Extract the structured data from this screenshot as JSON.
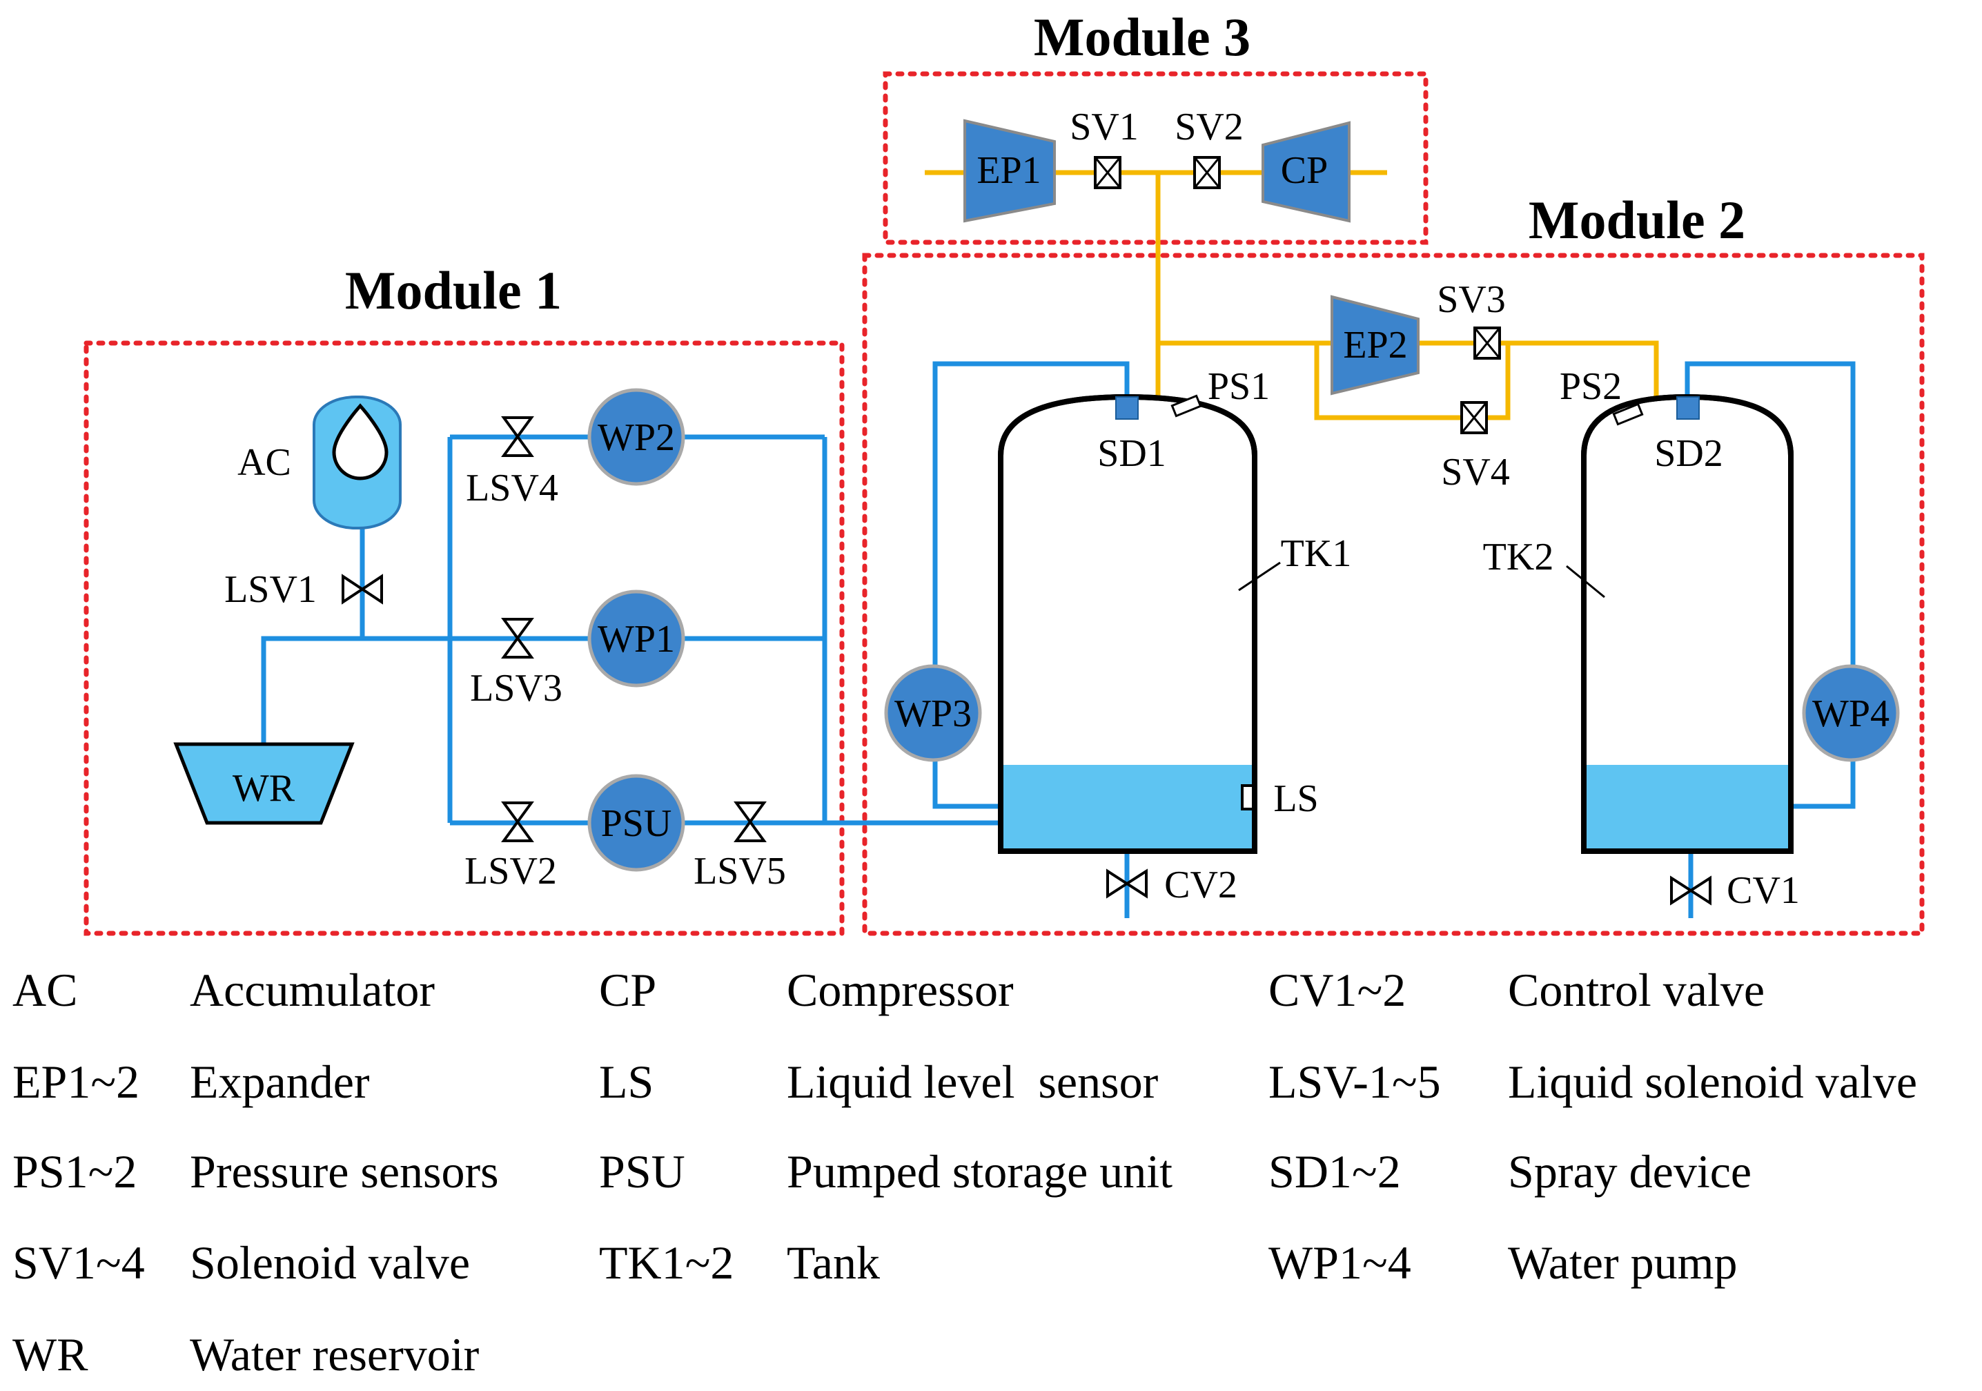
{
  "modules": {
    "module1": "Module 1",
    "module2": "Module 2",
    "module3": "Module 3"
  },
  "components": {
    "ac": "AC",
    "wr": "WR",
    "wp1": "WP1",
    "wp2": "WP2",
    "wp3": "WP3",
    "wp4": "WP4",
    "psu": "PSU",
    "ep1": "EP1",
    "ep2": "EP2",
    "cp": "CP",
    "lsv1": "LSV1",
    "lsv2": "LSV2",
    "lsv3": "LSV3",
    "lsv4": "LSV4",
    "lsv5": "LSV5",
    "sv1": "SV1",
    "sv2": "SV2",
    "sv3": "SV3",
    "sv4": "SV4",
    "sd1": "SD1",
    "sd2": "SD2",
    "ps1": "PS1",
    "ps2": "PS2",
    "tk1": "TK1",
    "tk2": "TK2",
    "ls": "LS",
    "cv1": "CV1",
    "cv2": "CV2"
  },
  "legend": [
    {
      "abbr": "AC",
      "desc": "Accumulator"
    },
    {
      "abbr": "CP",
      "desc": "Compressor"
    },
    {
      "abbr": "CV1~2",
      "desc": "Control valve"
    },
    {
      "abbr": "EP1~2",
      "desc": "Expander"
    },
    {
      "abbr": "LS",
      "desc": "Liquid level  sensor"
    },
    {
      "abbr": "LSV-1~5",
      "desc": "Liquid solenoid valve"
    },
    {
      "abbr": "PS1~2",
      "desc": "Pressure sensors"
    },
    {
      "abbr": "PSU",
      "desc": "Pumped storage unit"
    },
    {
      "abbr": "SD1~2",
      "desc": "Spray device"
    },
    {
      "abbr": "SV1~4",
      "desc": "Solenoid valve"
    },
    {
      "abbr": "TK1~2",
      "desc": "Tank"
    },
    {
      "abbr": "WP1~4",
      "desc": "Water pump"
    },
    {
      "abbr": "WR",
      "desc": "Water reservoir"
    }
  ],
  "colors": {
    "water_pipe": "#1e8fe0",
    "gas_pipe": "#f5b800",
    "pump": "#3c84cc",
    "water": "#5ec4f2",
    "module_border": "#e8242a"
  }
}
